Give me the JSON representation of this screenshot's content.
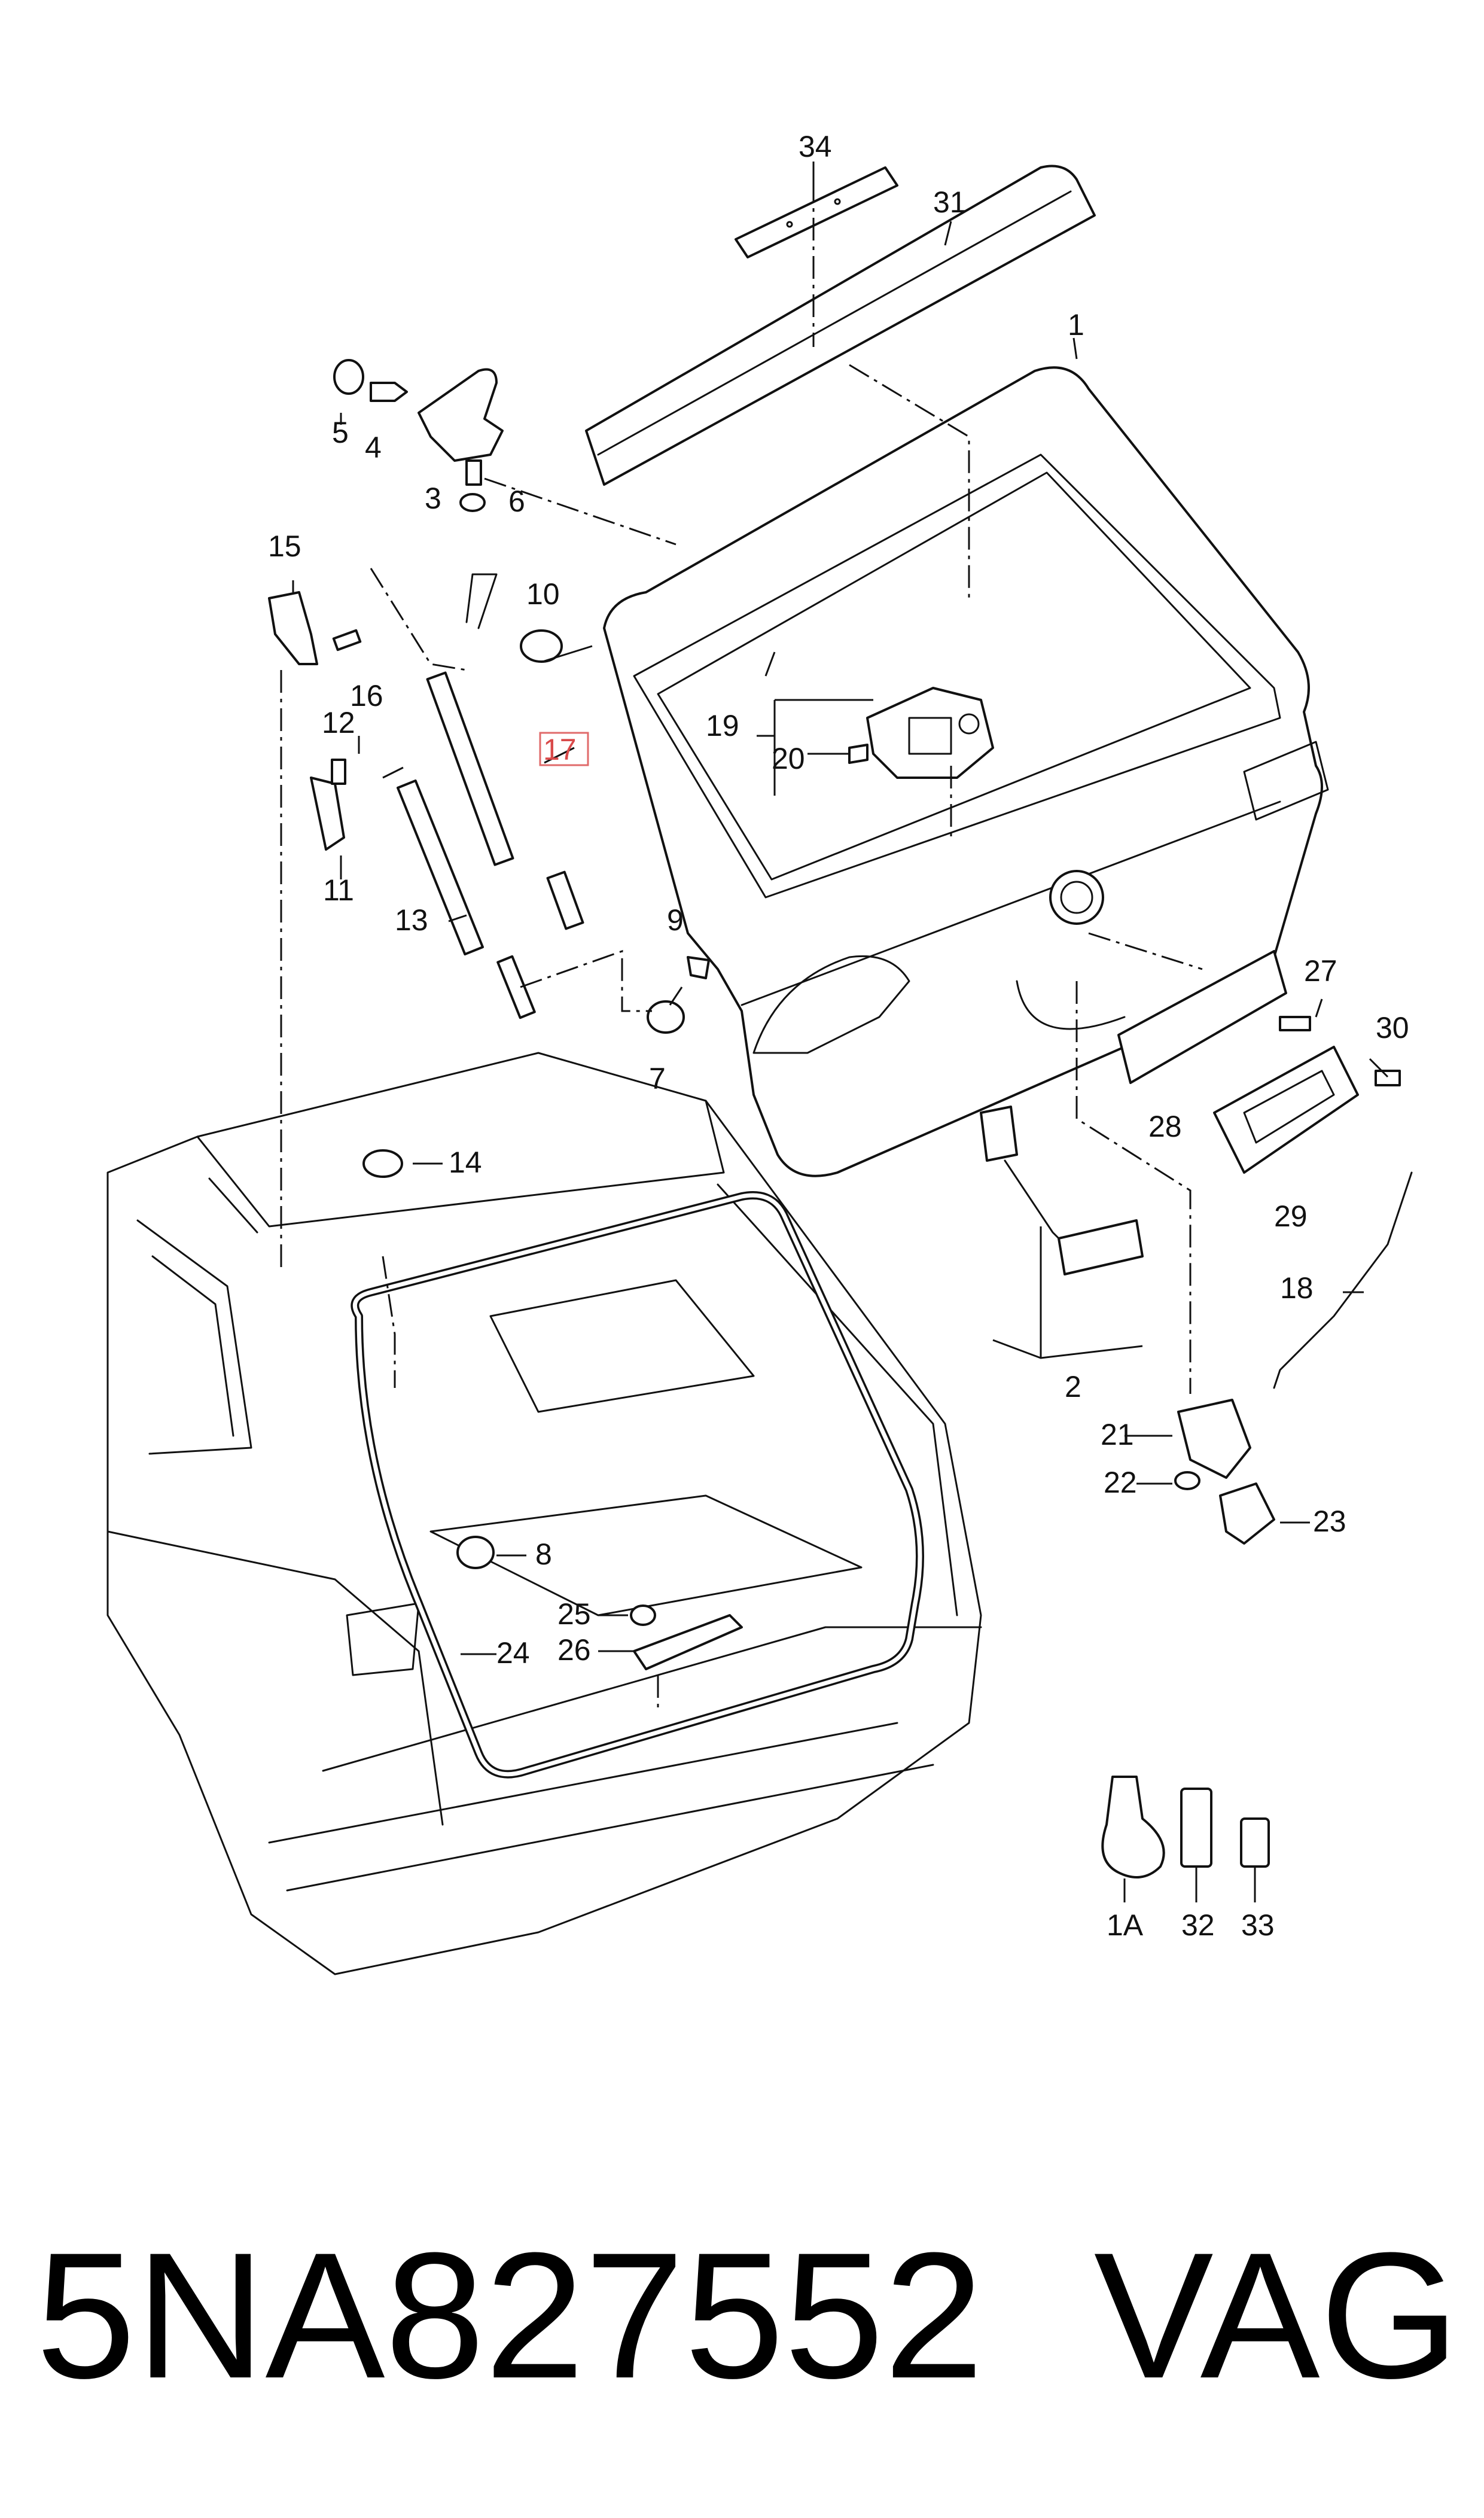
{
  "diagram": {
    "highlighted_part": "17",
    "callouts": [
      "34",
      "31",
      "1",
      "5",
      "4",
      "3",
      "6",
      "15",
      "16",
      "10",
      "17",
      "19",
      "20",
      "12",
      "11",
      "13",
      "9",
      "7",
      "14",
      "27",
      "30",
      "28",
      "29",
      "18",
      "2",
      "21",
      "22",
      "23",
      "8",
      "25",
      "26",
      "24",
      "1A",
      "32",
      "33"
    ]
  },
  "caption": {
    "part_number": "5NA827552",
    "brand": "VAG"
  },
  "colors": {
    "line": "#111111",
    "highlight": "#e06a6a"
  }
}
